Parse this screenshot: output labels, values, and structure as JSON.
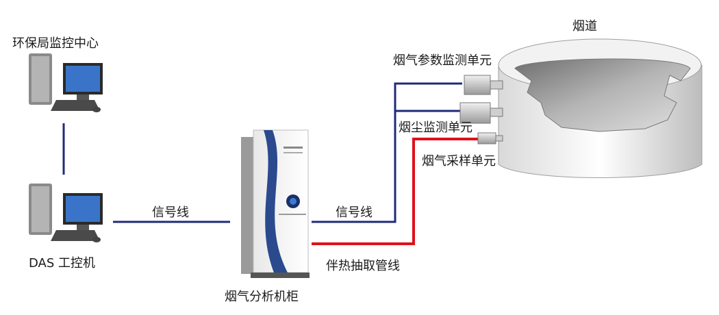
{
  "nodes": {
    "epb_center": "环保局监控中心",
    "das_pc": "DAS 工控机",
    "cabinet": "烟气分析机柜",
    "flue": "烟道",
    "flue_gas_param_unit": "烟气参数监测单元",
    "dust_unit": "烟尘监测单元",
    "sampling_unit": "烟气采样单元"
  },
  "links": {
    "signal_line_left": "信号线",
    "signal_line_right": "信号线",
    "heated_line": "伴热抽取管线"
  },
  "colors": {
    "signal_line": "#1f2a7a",
    "heated_line": "#e0101a"
  }
}
